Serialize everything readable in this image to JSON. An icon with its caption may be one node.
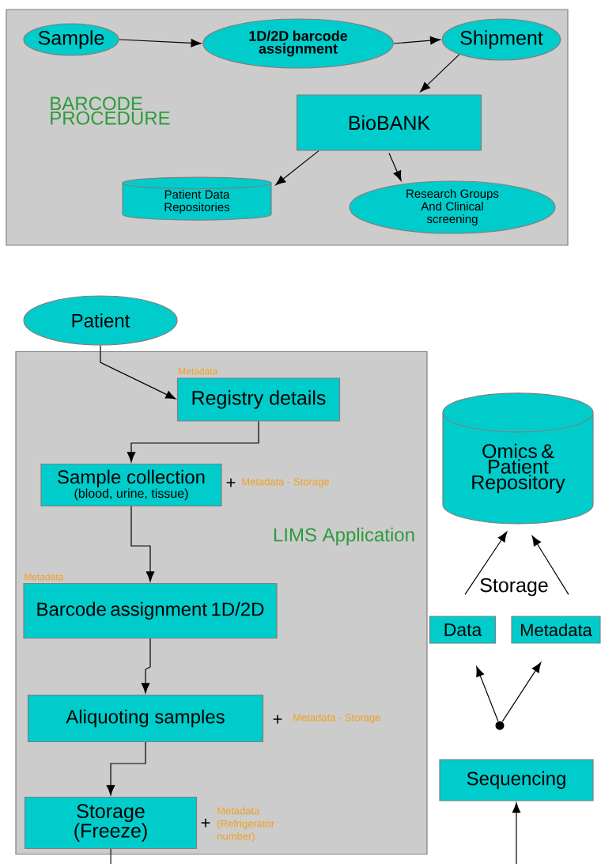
{
  "diagram": {
    "nodes": [
      {
        "text": [
          "BARCODE PROCEDURE"
        ]
      },
      {
        "text": [
          "Sample"
        ],
        "in": 0
      },
      {
        "text": [
          "1D/2D barcode assignment"
        ],
        "in": 0
      },
      {
        "text": [
          "Shipment"
        ],
        "in": 0
      },
      {
        "text": [
          "BioBANK"
        ],
        "in": 0
      },
      {
        "text": [
          "Patient Data Repositories"
        ],
        "in": 0
      },
      {
        "text": [
          "Research Groups And Clinical screening"
        ],
        "in": 0
      },
      {
        "text": [
          "Patient"
        ]
      },
      {
        "text": [
          "LIMS Application"
        ]
      },
      {
        "text": [
          "Registry details"
        ],
        "in": 8,
        "beside": [
          "Metadata"
        ]
      },
      {
        "text": [
          "Sample collection",
          "(blood, urine, tissue)"
        ],
        "in": 8,
        "beside": [
          "+",
          "Metadata - Storage"
        ]
      },
      {
        "text": [
          "Barcode assignment 1D/2D"
        ],
        "in": 8,
        "beside": [
          "Metadata"
        ]
      },
      {
        "text": [
          "Aliquoting samples"
        ],
        "in": 8,
        "beside": [
          "+",
          "Metadata - Storage"
        ]
      },
      {
        "text": [
          "Storage (Freeze)"
        ],
        "in": 8,
        "beside": [
          "+",
          "Metadata (Refrigerator number)"
        ]
      },
      {
        "text": [
          "Omics & Patient Repository"
        ]
      },
      {
        "text": [
          "Data"
        ]
      },
      {
        "text": [
          "Metadata"
        ]
      },
      {
        "text": [],
        "shape": "circle"
      },
      {
        "text": [
          "Sequencing"
        ]
      }
    ],
    "edges": [
      {
        "from": 1,
        "to": 2,
        "arrow": "to"
      },
      {
        "from": 2,
        "to": 3,
        "arrow": "to"
      },
      {
        "from": 3,
        "to": 4,
        "arrow": "to"
      },
      {
        "from": 4,
        "to": 5,
        "arrow": "to"
      },
      {
        "from": 4,
        "to": 6,
        "arrow": "to"
      },
      {
        "from": 7,
        "to": 9,
        "arrow": "to"
      },
      {
        "from": 9,
        "to": 10,
        "arrow": "to"
      },
      {
        "from": 10,
        "to": 11,
        "arrow": "to"
      },
      {
        "from": 11,
        "to": 12,
        "arrow": "to"
      },
      {
        "from": 12,
        "to": 13,
        "arrow": "to"
      },
      {
        "from": 13,
        "to": null,
        "arrow": "none"
      },
      {
        "from": null,
        "to": 18,
        "arrow": "to"
      },
      {
        "from": 15,
        "to": 14,
        "arrow": "to"
      },
      {
        "from": 16,
        "to": 14,
        "arrow": "to"
      },
      {
        "from": 17,
        "to": 15,
        "arrow": "to"
      },
      {
        "from": 17,
        "to": 16,
        "arrow": "to"
      }
    ],
    "labels": [
      "Storage"
    ]
  }
}
